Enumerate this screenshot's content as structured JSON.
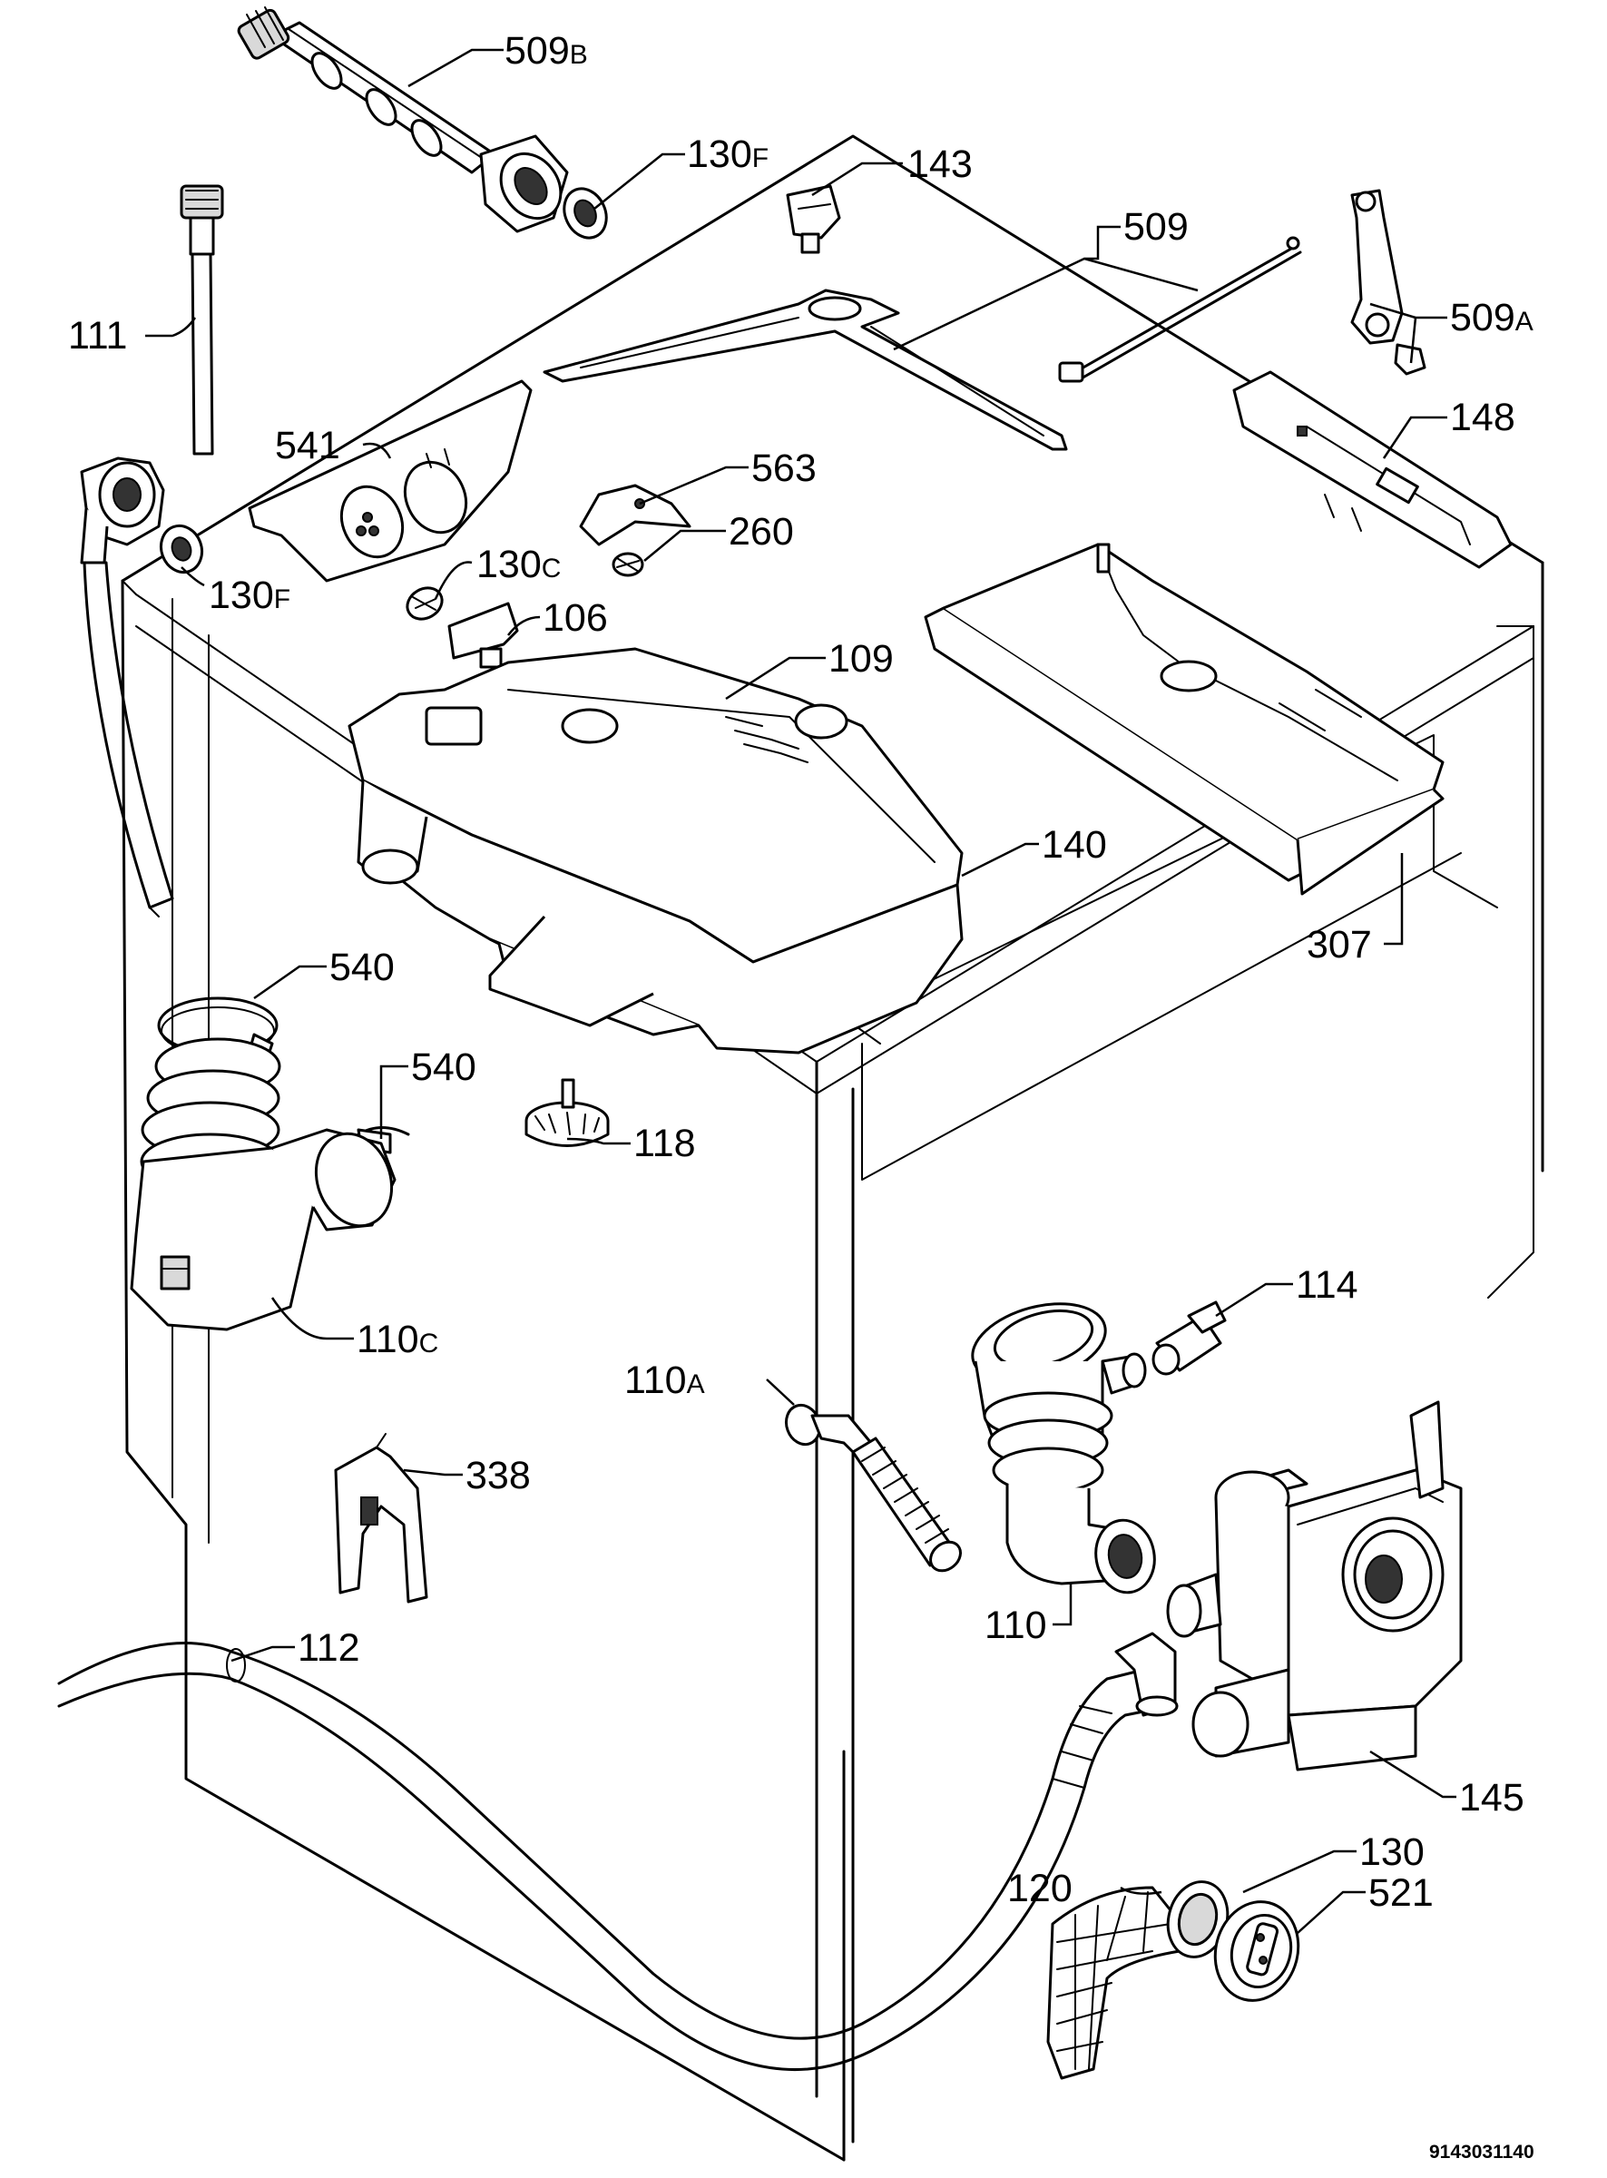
{
  "document_code": "9143031140",
  "parts": [
    {
      "id": "p509b",
      "number": "509",
      "suffix": "B"
    },
    {
      "id": "p130f-top",
      "number": "130",
      "suffix": "F"
    },
    {
      "id": "p143",
      "number": "143",
      "suffix": ""
    },
    {
      "id": "p509",
      "number": "509",
      "suffix": ""
    },
    {
      "id": "p509a",
      "number": "509",
      "suffix": "A"
    },
    {
      "id": "p111",
      "number": "111",
      "suffix": ""
    },
    {
      "id": "p148",
      "number": "148",
      "suffix": ""
    },
    {
      "id": "p541",
      "number": "541",
      "suffix": ""
    },
    {
      "id": "p563",
      "number": "563",
      "suffix": ""
    },
    {
      "id": "p260",
      "number": "260",
      "suffix": ""
    },
    {
      "id": "p130c",
      "number": "130",
      "suffix": "C"
    },
    {
      "id": "p130f-left",
      "number": "130",
      "suffix": "F"
    },
    {
      "id": "p106",
      "number": "106",
      "suffix": ""
    },
    {
      "id": "p109",
      "number": "109",
      "suffix": ""
    },
    {
      "id": "p140",
      "number": "140",
      "suffix": ""
    },
    {
      "id": "p307",
      "number": "307",
      "suffix": ""
    },
    {
      "id": "p540-a",
      "number": "540",
      "suffix": ""
    },
    {
      "id": "p540-b",
      "number": "540",
      "suffix": ""
    },
    {
      "id": "p118",
      "number": "118",
      "suffix": ""
    },
    {
      "id": "p114",
      "number": "114",
      "suffix": ""
    },
    {
      "id": "p110c",
      "number": "110",
      "suffix": "C"
    },
    {
      "id": "p110a",
      "number": "110",
      "suffix": "A"
    },
    {
      "id": "p338",
      "number": "338",
      "suffix": ""
    },
    {
      "id": "p110",
      "number": "110",
      "suffix": ""
    },
    {
      "id": "p112",
      "number": "112",
      "suffix": ""
    },
    {
      "id": "p145",
      "number": "145",
      "suffix": ""
    },
    {
      "id": "p130",
      "number": "130",
      "suffix": ""
    },
    {
      "id": "p120",
      "number": "120",
      "suffix": ""
    },
    {
      "id": "p521",
      "number": "521",
      "suffix": ""
    }
  ]
}
